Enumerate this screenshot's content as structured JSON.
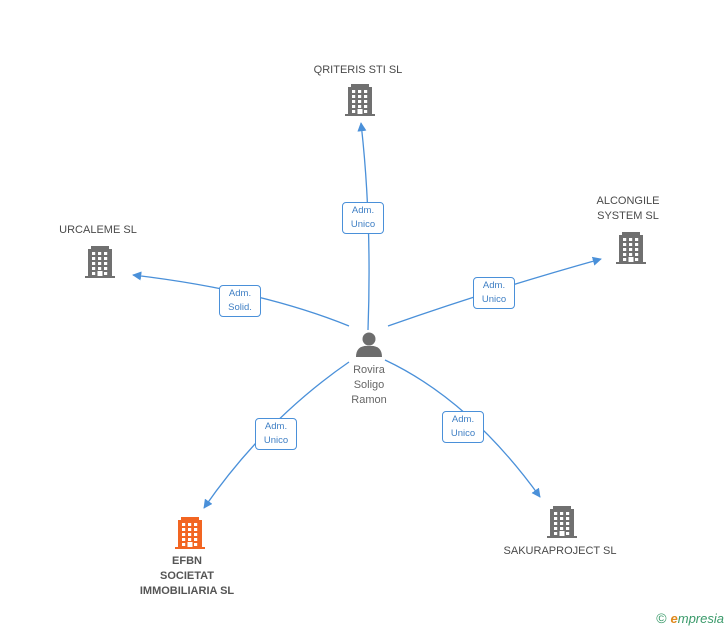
{
  "center": {
    "name": "Rovira\nSoligo\nRamon"
  },
  "companies": [
    {
      "id": "qriteris",
      "name": "QRITERIS STI SL",
      "highlight": false
    },
    {
      "id": "alcongile",
      "name": "ALCONGILE\nSYSTEM SL",
      "highlight": false
    },
    {
      "id": "urcaleme",
      "name": "URCALEME SL",
      "highlight": false
    },
    {
      "id": "sakura",
      "name": "SAKURAPROJECT SL",
      "highlight": false
    },
    {
      "id": "efbn",
      "name": "EFBN\nSOCIETAT\nIMMOBILIARIA SL",
      "highlight": true
    }
  ],
  "relations": [
    {
      "to": "qriteris",
      "label": "Adm.\nUnico"
    },
    {
      "to": "alcongile",
      "label": "Adm.\nUnico"
    },
    {
      "to": "urcaleme",
      "label": "Adm.\nSolid."
    },
    {
      "to": "sakura",
      "label": "Adm.\nUnico"
    },
    {
      "to": "efbn",
      "label": "Adm.\nUnico"
    }
  ],
  "colors": {
    "edge": "#4a90d9",
    "building": "#707070",
    "highlight": "#f26522",
    "person": "#6d6d6d"
  },
  "icons": {
    "company": "building-icon",
    "person": "person-icon"
  },
  "brand": {
    "copyright": "©",
    "initial": "e",
    "name": "mpresia"
  }
}
